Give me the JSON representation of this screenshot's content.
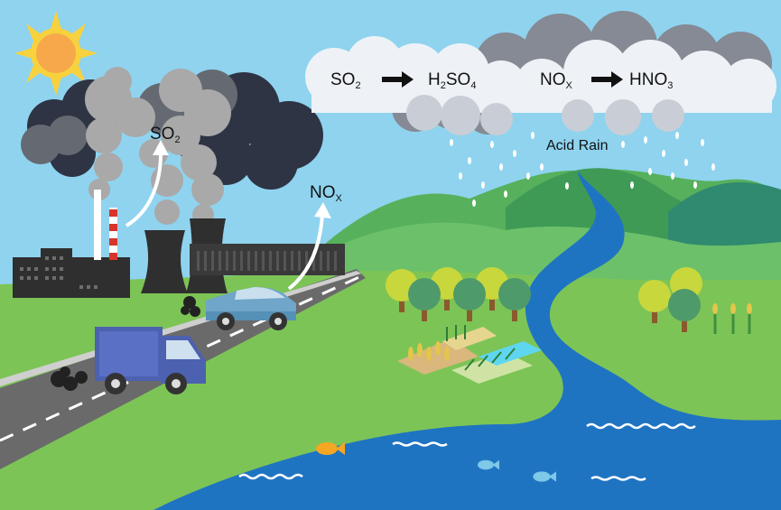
{
  "reactions": {
    "sulfur_reactant": "SO",
    "sulfur_reactant_sub": "2",
    "sulfur_product_a": "H",
    "sulfur_product_sub_a": "2",
    "sulfur_product_b": "SO",
    "sulfur_product_sub_b": "4",
    "nitrogen_reactant": "NO",
    "nitrogen_reactant_sub": "X",
    "nitrogen_product": "HNO",
    "nitrogen_product_sub": "3"
  },
  "emissions": {
    "factory_gas": "SO",
    "factory_gas_sub": "2",
    "vehicle_gas": "NO",
    "vehicle_gas_sub": "X"
  },
  "rain_label": "Acid Rain",
  "icons": [
    "sun-icon",
    "factory-icon",
    "smokestack-icon",
    "cooling-tower-icon",
    "car-icon",
    "truck-icon",
    "tree-icon",
    "crop-field-icon",
    "fish-icon",
    "cloud-icon",
    "arrow-icon"
  ],
  "colors": {
    "sky": "#8fd3ef",
    "smoke_light": "#a9a9a9",
    "smoke_dark": "#2e3443",
    "hill_green": "#5cb85c",
    "water": "#1f74c2",
    "road": "#6a6a6a",
    "sun": "#f6a84a"
  }
}
